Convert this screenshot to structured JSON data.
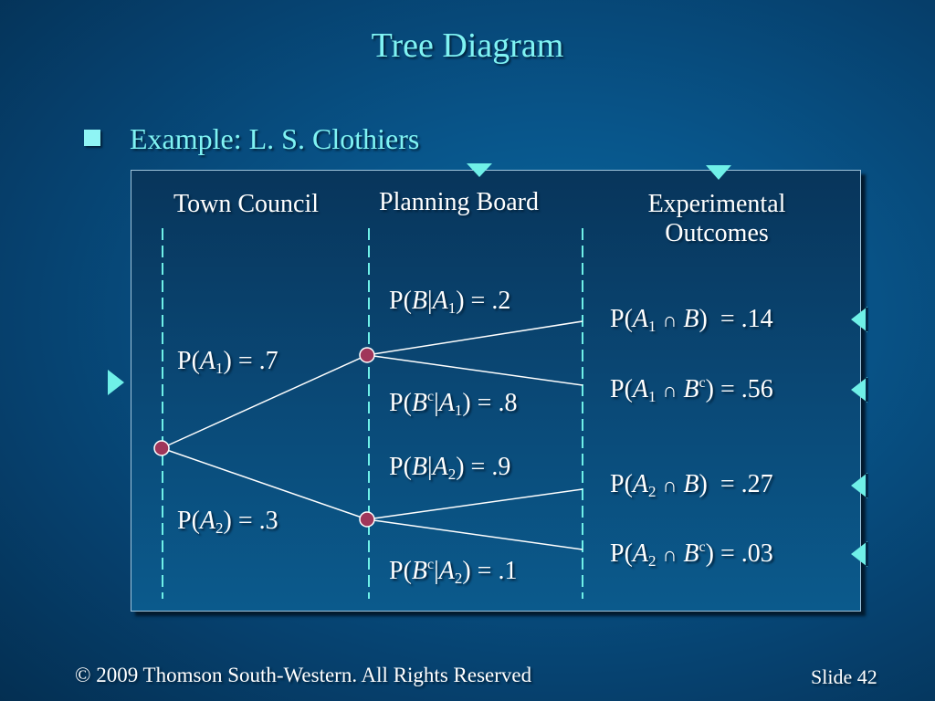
{
  "slide": {
    "title": "Tree Diagram",
    "bullet": "Example:  L. S. Clothiers",
    "footer_copyright": "© 2009  Thomson South-Western.  All Rights Reserved",
    "footer_slide": "Slide 42"
  },
  "columns": {
    "town_council": "Town Council",
    "planning_board": "Planning Board",
    "outcomes_line1": "Experimental",
    "outcomes_line2": "Outcomes"
  },
  "labels": {
    "pA1_val": ".7",
    "pA2_val": ".3",
    "pBgA1_val": ".2",
    "pBcgA1_val": ".8",
    "pBgA2_val": ".9",
    "pBcgA2_val": ".1",
    "o1_val": ".14",
    "o2_val": ".56",
    "o3_val": ".27",
    "o4_val": ".03"
  },
  "colors": {
    "accent": "#7ff3f3",
    "node": "#a0365a"
  }
}
